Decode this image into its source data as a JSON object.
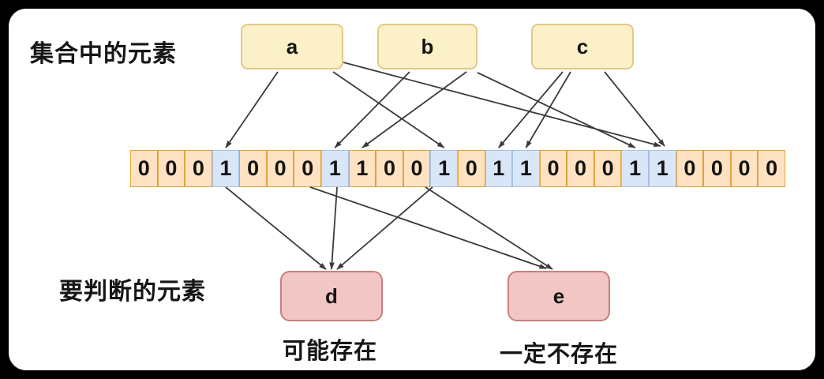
{
  "diagram": {
    "set_section_label": "集合中的元素",
    "query_section_label": "要判断的元素"
  },
  "set_elements": [
    {
      "id": "a",
      "label": "a"
    },
    {
      "id": "b",
      "label": "b"
    },
    {
      "id": "c",
      "label": "c"
    }
  ],
  "query_elements": [
    {
      "id": "d",
      "label": "d",
      "verdict": "可能存在"
    },
    {
      "id": "e",
      "label": "e",
      "verdict": "一定不存在"
    }
  ],
  "bit_array": {
    "bits": [
      0,
      0,
      0,
      1,
      0,
      0,
      0,
      1,
      1,
      0,
      0,
      1,
      0,
      1,
      1,
      0,
      0,
      0,
      1,
      1,
      0,
      0,
      0,
      0
    ],
    "highlighted_indices": [
      3,
      7,
      11,
      13,
      14,
      18,
      19
    ]
  },
  "hash_edges": {
    "insert": [
      {
        "from": "a",
        "bit": 3
      },
      {
        "from": "a",
        "bit": 11
      },
      {
        "from": "a",
        "bit": 19
      },
      {
        "from": "b",
        "bit": 7
      },
      {
        "from": "b",
        "bit": 8
      },
      {
        "from": "b",
        "bit": 18
      },
      {
        "from": "c",
        "bit": 13
      },
      {
        "from": "c",
        "bit": 14
      },
      {
        "from": "c",
        "bit": 19
      }
    ],
    "query": [
      {
        "bit": 3,
        "to": "d"
      },
      {
        "bit": 7,
        "to": "d"
      },
      {
        "bit": 11,
        "to": "d"
      },
      {
        "bit": 6,
        "to": "e"
      },
      {
        "bit": 10,
        "to": "e"
      }
    ]
  },
  "colors": {
    "page_background": "#000000",
    "canvas_background": "#ffffff",
    "set_box_fill": "#fcf0c8",
    "set_box_border": "#e5c885",
    "query_box_fill": "#f2c6c4",
    "query_box_border": "#c9807c",
    "bit_zero_fill": "#ffe2c2",
    "bit_zero_border": "#e0a339",
    "bit_one_fill": "#d9e6f8",
    "bit_one_border": "#a7c1e4",
    "arrow": "#3a3a3a",
    "text": "#161616"
  }
}
